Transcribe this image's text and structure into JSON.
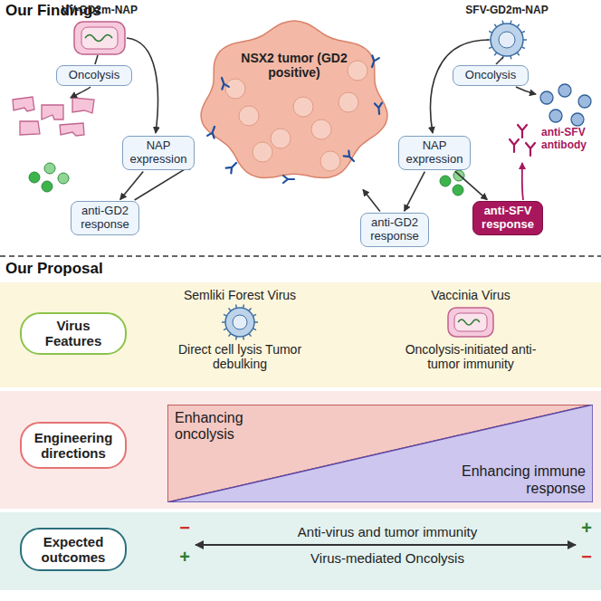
{
  "diagram": {
    "nodes": [
      {
        "text": [
          "NSX2 tumor (GD2 positive)"
        ]
      },
      {
        "text": [
          "Oncolysis"
        ]
      },
      {
        "text": [
          "Oncolysis"
        ]
      },
      {
        "text": [
          "NAP expression"
        ]
      },
      {
        "text": [
          "NAP expression"
        ]
      },
      {
        "text": [
          "anti-GD2 response"
        ]
      },
      {
        "text": [
          "anti-GD2 response"
        ]
      },
      {
        "text": [
          "anti-SFV response"
        ]
      },
      {
        "text": [
          "Virus Features"
        ]
      },
      {
        "text": [
          "Engineering directions"
        ]
      },
      {
        "text": [
          "Enhancing oncolysis"
        ]
      },
      {
        "text": [
          "Enhancing immune response"
        ]
      },
      {
        "text": [
          "Expected outcomes"
        ]
      }
    ],
    "edges": [
      {
        "from": 3,
        "to": 5,
        "arrow": "to"
      },
      {
        "from": 5,
        "to": 0,
        "arrow": "to"
      },
      {
        "from": 4,
        "to": 6,
        "arrow": "to"
      },
      {
        "from": 6,
        "to": 0,
        "arrow": "to"
      },
      {
        "from": 4,
        "to": 7,
        "arrow": "to"
      }
    ],
    "labels": [
      "Our Findings",
      "VV-GD2m-NAP",
      "SFV-GD2m-NAP",
      "anti-SFV antibody",
      "Our Proposal",
      "Semliki Forest Virus",
      "Vaccinia Virus",
      "Direct cell lysis Tumor debulking",
      "Oncolysis-initiated anti-tumor immunity",
      "−",
      "+",
      "Anti-virus and tumor immunity",
      "+",
      "−",
      "Virus-mediated Oncolysis"
    ]
  }
}
